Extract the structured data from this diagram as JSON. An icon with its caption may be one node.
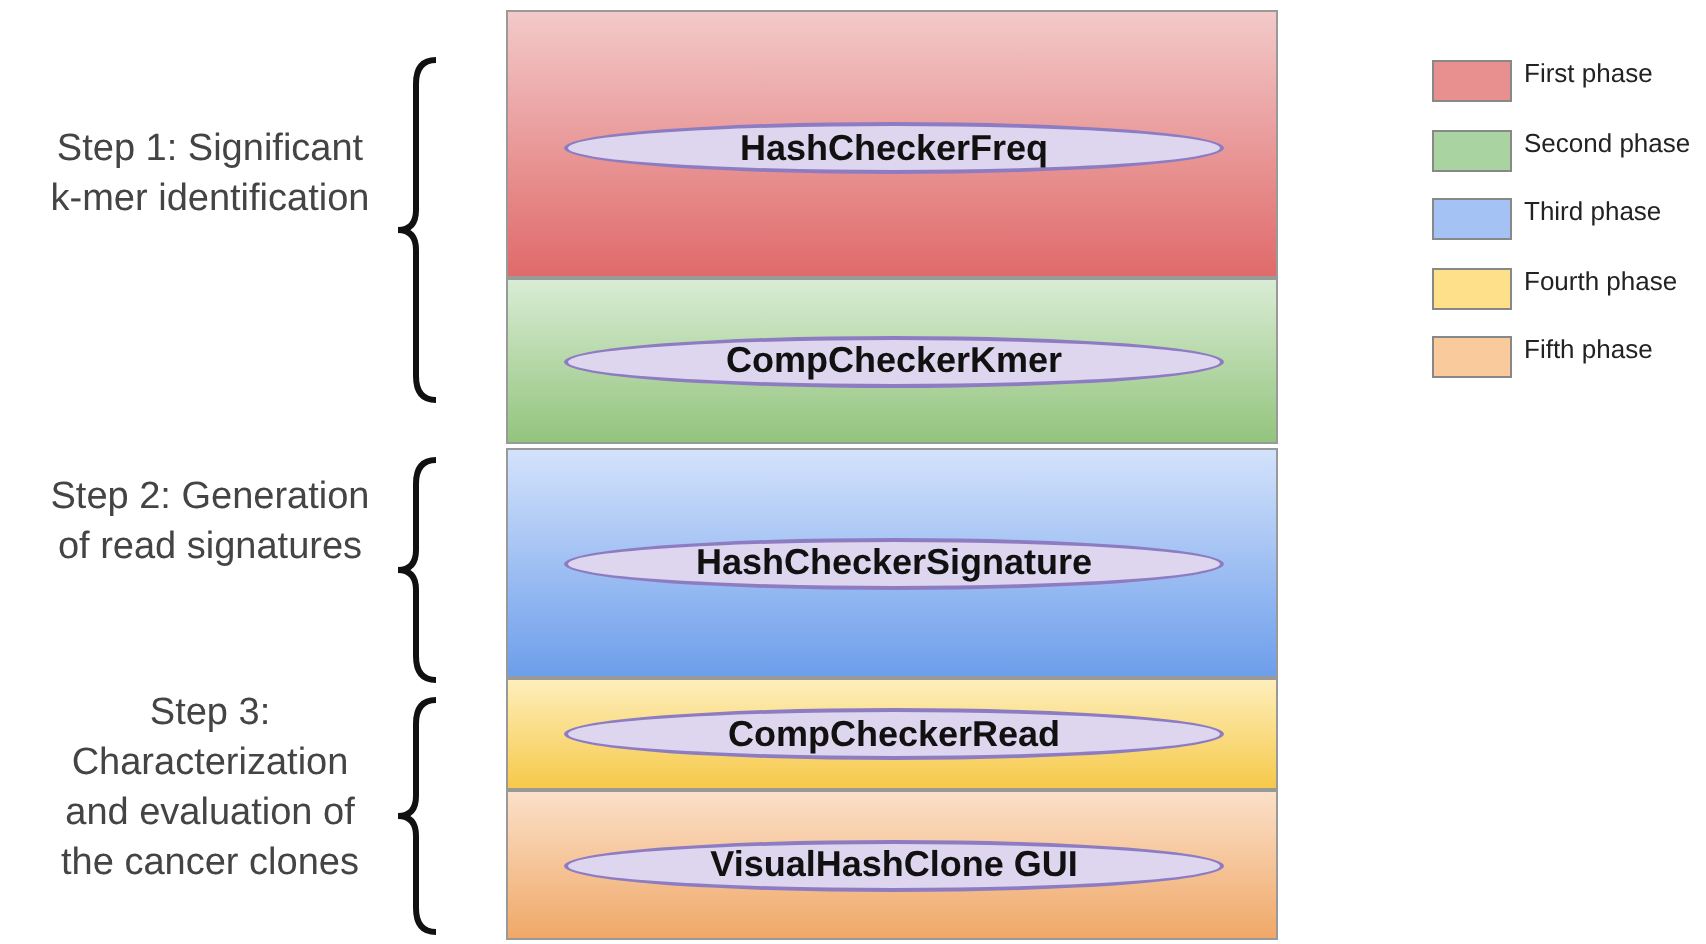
{
  "diagram": {
    "nodes": [
      {
        "text": [],
        "shape": "box"
      },
      {
        "text": [
          "HashCheckerFreq"
        ],
        "in": 0
      },
      {
        "text": [],
        "shape": "box"
      },
      {
        "text": [
          "CompCheckerKmer"
        ],
        "in": 2
      },
      {
        "text": [],
        "shape": "box"
      },
      {
        "text": [
          "HashCheckerSignature"
        ],
        "in": 4
      },
      {
        "text": [],
        "shape": "box"
      },
      {
        "text": [
          "CompCheckerRead"
        ],
        "in": 6
      },
      {
        "text": [],
        "shape": "box"
      },
      {
        "text": [
          "VisualHashClone GUI"
        ],
        "in": 8
      }
    ],
    "edges": [],
    "labels": [
      "Step 1: Significant k-mer identification",
      "Step 2: Generation of read signatures",
      "Step 3: Characterization and evaluation of the cancer clones"
    ],
    "legend": [
      {
        "text": "First phase",
        "color": "#e88f8f"
      },
      {
        "text": "Second phase",
        "color": "#a9d3a0"
      },
      {
        "text": "Third phase",
        "color": "#a4c2f4"
      },
      {
        "text": "Fourth phase",
        "color": "#ffe08a"
      },
      {
        "text": "Fifth phase",
        "color": "#f9cb9c"
      }
    ]
  }
}
